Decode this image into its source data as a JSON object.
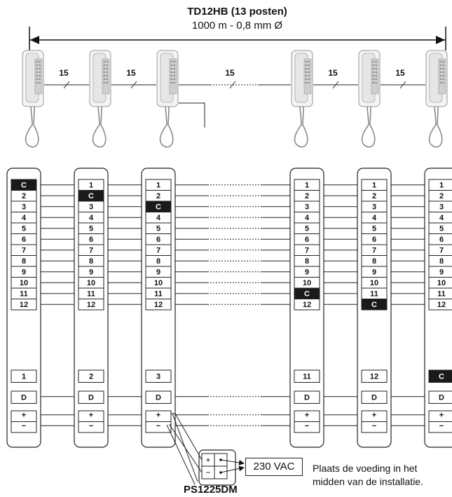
{
  "header": {
    "title": "TD12HB (13 posten)",
    "subtitle": "1000 m - 0,8 mm Ø"
  },
  "cable": {
    "wire_count": "15"
  },
  "stations": [
    {
      "rows": [
        "C",
        "2",
        "3",
        "4",
        "5",
        "6",
        "7",
        "8",
        "9",
        "10",
        "11",
        "12"
      ],
      "call": "1",
      "d": "D",
      "plus": "+",
      "minus": "−"
    },
    {
      "rows": [
        "1",
        "C",
        "3",
        "4",
        "5",
        "6",
        "7",
        "8",
        "9",
        "10",
        "11",
        "12"
      ],
      "call": "2",
      "d": "D",
      "plus": "+",
      "minus": "−"
    },
    {
      "rows": [
        "1",
        "2",
        "C",
        "4",
        "5",
        "6",
        "7",
        "8",
        "9",
        "10",
        "11",
        "12"
      ],
      "call": "3",
      "d": "D",
      "plus": "+",
      "minus": "−"
    },
    {
      "rows": [
        "1",
        "2",
        "3",
        "4",
        "5",
        "6",
        "7",
        "8",
        "9",
        "10",
        "C",
        "12"
      ],
      "call": "11",
      "d": "D",
      "plus": "+",
      "minus": "−"
    },
    {
      "rows": [
        "1",
        "2",
        "3",
        "4",
        "5",
        "6",
        "7",
        "8",
        "9",
        "10",
        "11",
        "C"
      ],
      "call": "12",
      "d": "D",
      "plus": "+",
      "minus": "−"
    },
    {
      "rows": [
        "1",
        "2",
        "3",
        "4",
        "5",
        "6",
        "7",
        "8",
        "9",
        "10",
        "11",
        "12"
      ],
      "call": "C",
      "d": "D",
      "plus": "+",
      "minus": "−"
    }
  ],
  "power_supply": {
    "name": "PS1225DM",
    "plus": "+",
    "minus": "−",
    "mains": "230 VAC"
  },
  "note": {
    "line1": "Plaats de voeding in het",
    "line2": "midden van de installatie."
  },
  "colors": {
    "highlight": "#1a1a1a",
    "line": "#222222"
  }
}
